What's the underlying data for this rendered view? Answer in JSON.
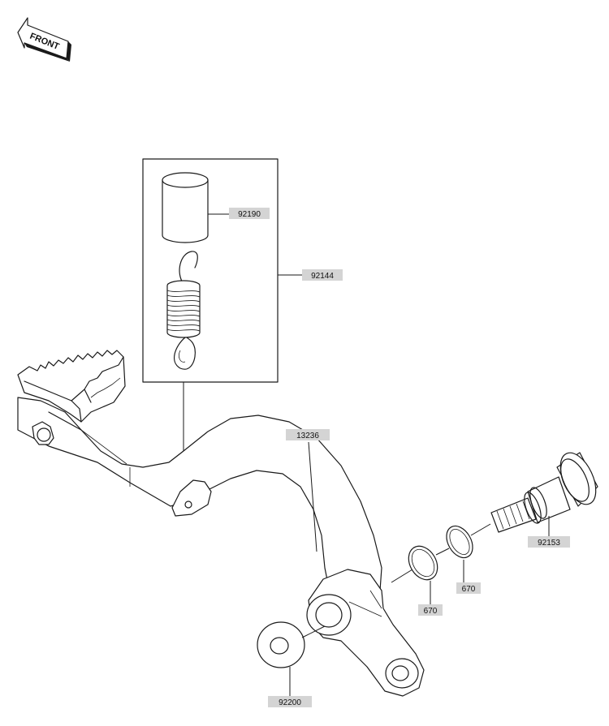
{
  "front_arrow": {
    "label": "FRONT",
    "icon": "front-arrow-icon"
  },
  "parts": [
    {
      "id": "sleeve",
      "number": "92190"
    },
    {
      "id": "spring",
      "number": "92144"
    },
    {
      "id": "brake-pedal",
      "number": "13236"
    },
    {
      "id": "pivot-bolt",
      "number": "92153"
    },
    {
      "id": "o-ring-outer",
      "number": "670"
    },
    {
      "id": "o-ring-inner",
      "number": "670"
    },
    {
      "id": "washer",
      "number": "92200"
    }
  ],
  "colors": {
    "line": "#1a1a1a",
    "tag_fill": "#d4d4d4",
    "background": "#ffffff"
  }
}
